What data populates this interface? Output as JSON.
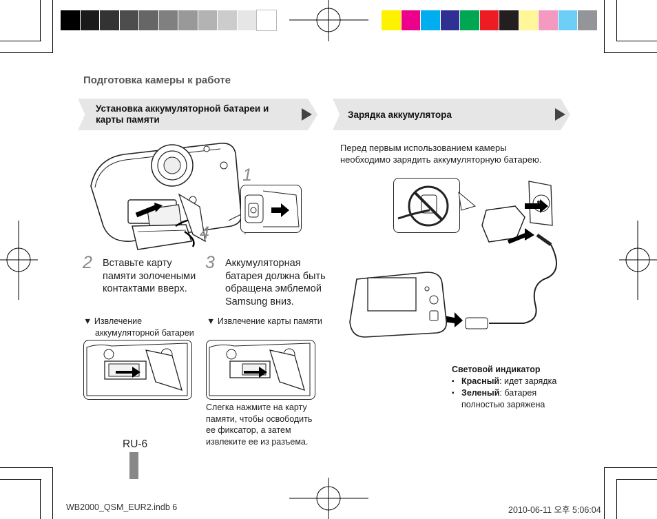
{
  "header": {
    "section_title": "Подготовка камеры к работе"
  },
  "left_banner": {
    "line1": "Установка аккумуляторной батареи и",
    "line2": "карты памяти"
  },
  "right_banner": {
    "title": "Зарядка аккумулятора"
  },
  "charging_intro": {
    "line1": "Перед первым использованием камеры",
    "line2": "необходимо зарядить аккумуляторную батарею."
  },
  "figure_labels": {
    "step1": "1",
    "step4": "4"
  },
  "step2": {
    "number": "2",
    "lines": [
      "Вставьте карту",
      "памяти золочеными",
      "контактами вверх."
    ]
  },
  "step3": {
    "number": "3",
    "lines": [
      "Аккумуляторная",
      "батарея должна быть",
      "обращена эмблемой",
      "Samsung вниз."
    ]
  },
  "removal_battery": {
    "line1": "▼ Извлечение",
    "line2": "аккумуляторной батареи"
  },
  "removal_card": {
    "title": "▼ Извлечение карты памяти",
    "note_lines": [
      "Слегка нажмите на карту",
      "памяти, чтобы освободить",
      "ее фиксатор, а затем",
      "извлеките ее из разъема."
    ]
  },
  "indicator": {
    "title": "Световой индикатор",
    "red_label": "Красный",
    "red_text": ": идет зарядка",
    "green_label": "Зеленый",
    "green_text": ": батарея",
    "green_text2": "полностью заряжена"
  },
  "page_number": "RU-6",
  "footer": {
    "file": "WB2000_QSM_EUR2.indb   6",
    "timestamp": "2010-06-11   오후 5:06:04"
  },
  "colors": {
    "gray_swatches": [
      "#000000",
      "#1a1a1a",
      "#333333",
      "#4d4d4d",
      "#666666",
      "#808080",
      "#999999",
      "#b3b3b3",
      "#cccccc",
      "#e6e6e6",
      "#ffffff"
    ],
    "color_swatches": [
      "#fff200",
      "#ec008c",
      "#00aeef",
      "#2e3192",
      "#00a651",
      "#ed1c24",
      "#231f20",
      "#fff799",
      "#f49ac1",
      "#6dcff6",
      "#939598"
    ],
    "banner_bg": "#e6e6e6",
    "tab_gray": "#888888"
  }
}
